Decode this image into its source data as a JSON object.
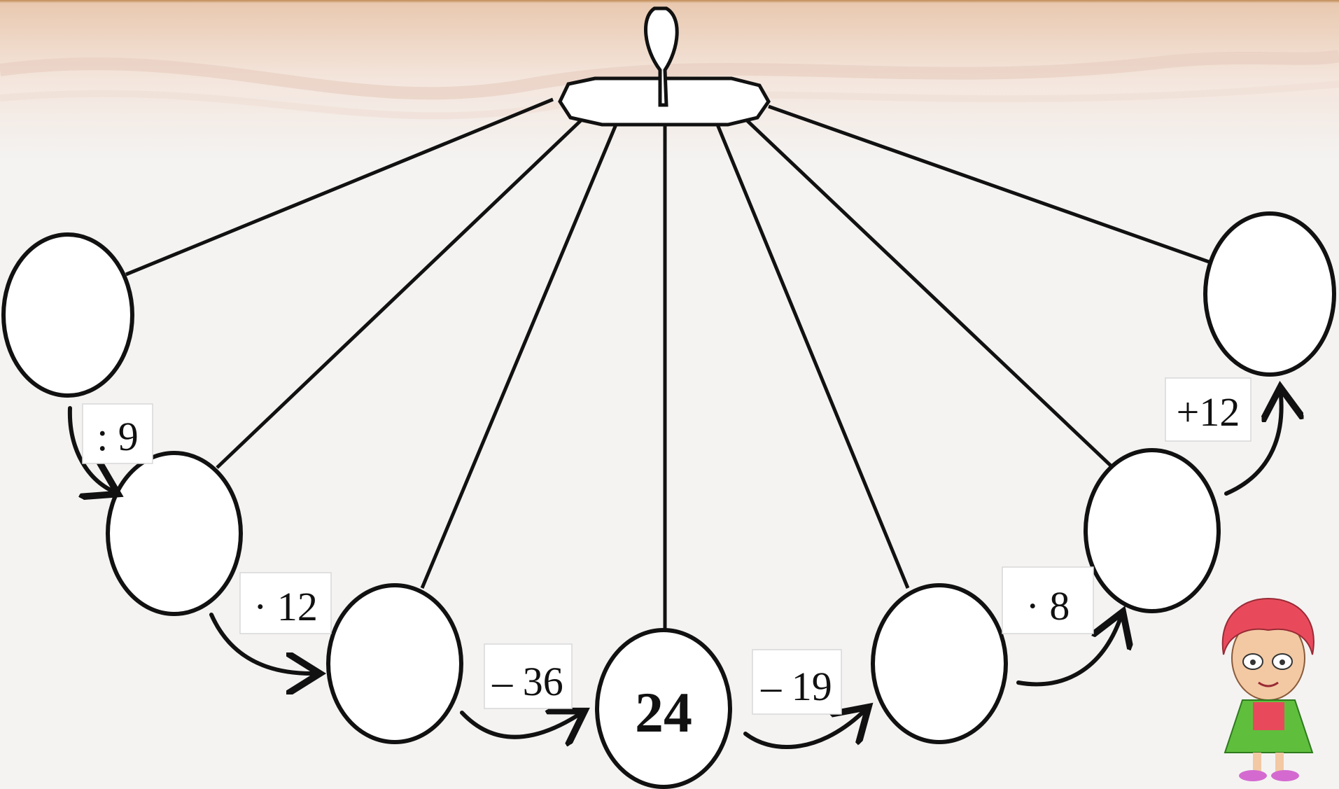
{
  "center": {
    "value": "24"
  },
  "operations": {
    "left_1": ": 9",
    "left_2": "· 12",
    "left_3": "– 36",
    "right_1": "– 19",
    "right_2": "· 8",
    "right_3": "+12"
  },
  "colors": {
    "background": "#f4f3f2",
    "top_band": "#e6c3a7",
    "line": "#111111"
  },
  "icons": {
    "hook": "hanger-top-icon",
    "mascot": "girl-mascot-icon"
  }
}
